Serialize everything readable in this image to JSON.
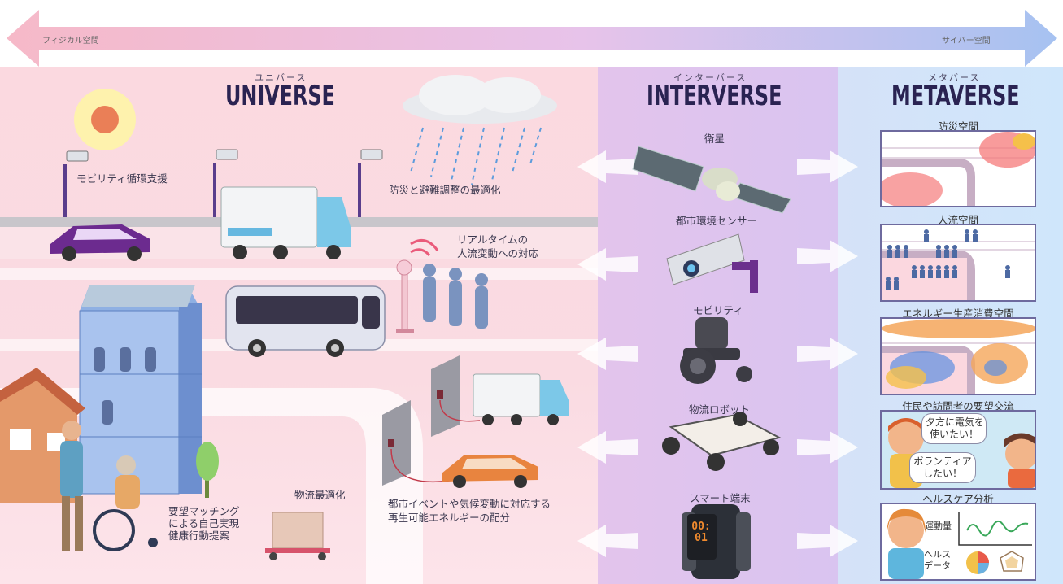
{
  "top_arrow": {
    "left_label": "フィジカル空間",
    "right_label": "サイバー空間"
  },
  "zones": {
    "universe": {
      "kana": "ユニバース",
      "title": "UNIVERSE"
    },
    "interverse": {
      "kana": "インターバース",
      "title": "INTERVERSE"
    },
    "metaverse": {
      "kana": "メタバース",
      "title": "METAVERSE"
    }
  },
  "universe_labels": {
    "mobility": "モビリティ循環支援",
    "disaster": "防災と避難調整の最適化",
    "flow_line1": "リアルタイムの",
    "flow_line2": "人流変動への対応",
    "matching_line1": "要望マッチング",
    "matching_line2": "による自己実現",
    "matching_line3": "健康行動提案",
    "logistics": "物流最適化",
    "energy_line1": "都市イベントや気候変動に対応する",
    "energy_line2": "再生可能エネルギーの配分"
  },
  "interverse_items": [
    "衛星",
    "都市環境センサー",
    "モビリティ",
    "物流ロボット",
    "スマート端末"
  ],
  "watch_display": "00:01",
  "metaverse_panels": [
    "防災空間",
    "人流空間",
    "エネルギー生産消費空間",
    "住民や訪問者の要望交流",
    "ヘルスケア分析"
  ],
  "chat_bubbles": {
    "bubble1_line1": "夕方に電気を",
    "bubble1_line2": "使いたい！",
    "bubble2_line1": "ボランティア",
    "bubble2_line2": "したい！"
  },
  "health_panel": {
    "activity_label": "運動量",
    "data_line1": "ヘルス",
    "data_line2": "データ"
  },
  "colors": {
    "universe_bg": "#fbd9e0",
    "interverse_bg": "#dcc4ee",
    "metaverse_bg": "#d2e4f9",
    "title_navy": "#2a2352"
  }
}
